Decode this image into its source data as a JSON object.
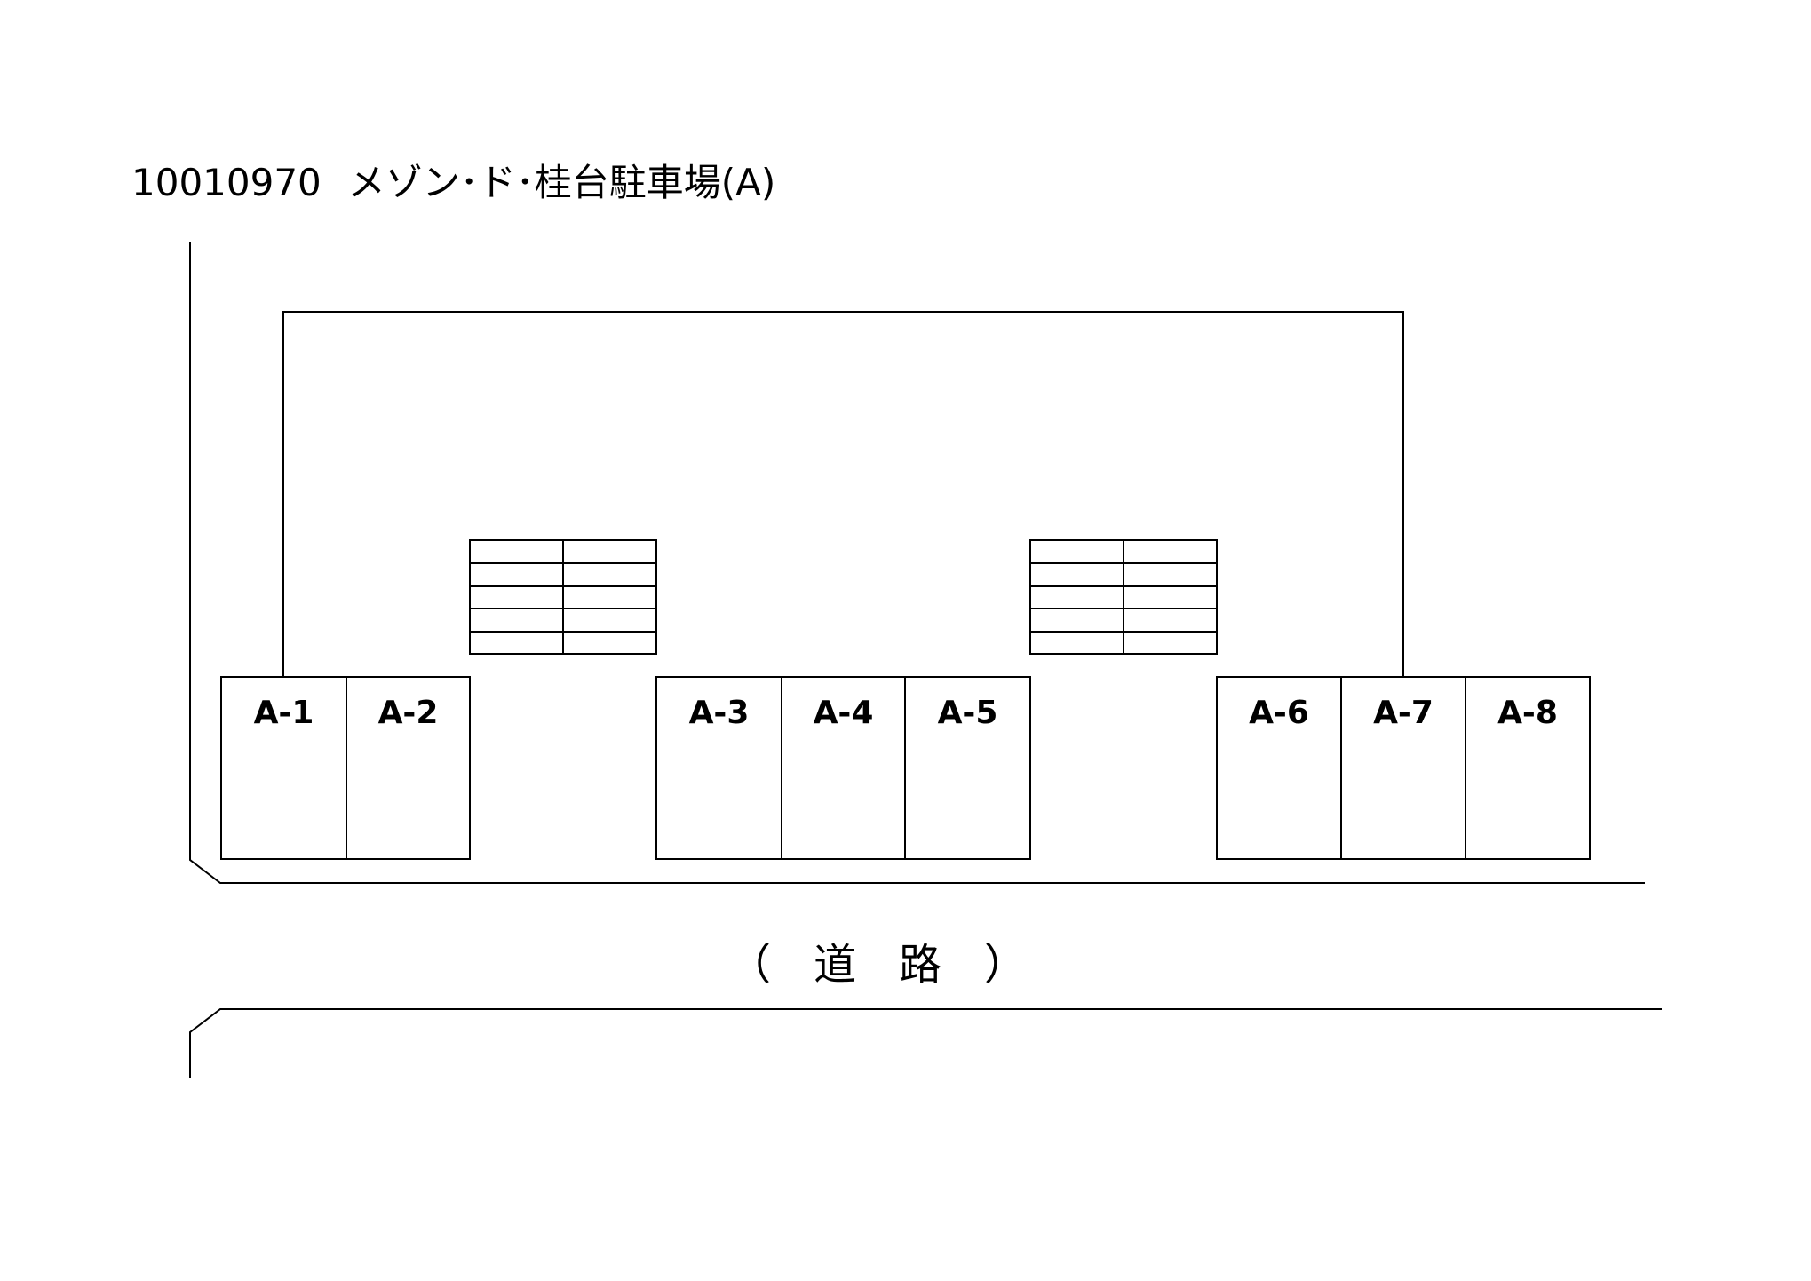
{
  "header": {
    "code": "10010970",
    "name": "メゾン･ド･桂台駐車場(A)"
  },
  "spaces": [
    {
      "label": "A-1"
    },
    {
      "label": "A-2"
    },
    {
      "label": "A-3"
    },
    {
      "label": "A-4"
    },
    {
      "label": "A-5"
    },
    {
      "label": "A-6"
    },
    {
      "label": "A-7"
    },
    {
      "label": "A-8"
    }
  ],
  "road_label": "（　道　路　）"
}
